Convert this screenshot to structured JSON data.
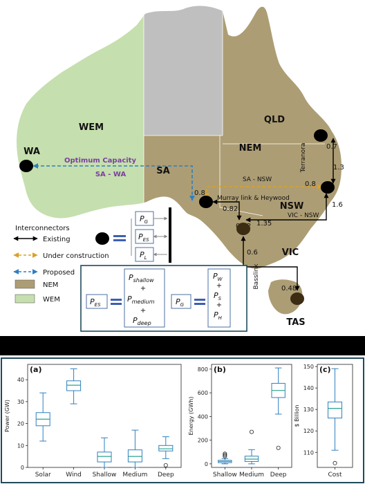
{
  "map": {
    "regions": {
      "wem": "WEM",
      "nem": "NEM",
      "wa": "WA",
      "sa": "SA",
      "qld": "QLD",
      "nsw": "NSW",
      "vic": "VIC",
      "tas": "TAS"
    },
    "links": {
      "optimum_title": "Optimum Capacity",
      "optimum_sub": "SA - WA",
      "sa_nsw": "SA - NSW",
      "murray": "Murray link & Heywood",
      "vic_nsw": "VIC - NSW",
      "terranora": "Terranora",
      "basslink": "Basslink"
    },
    "capacities": {
      "qld_a": "0.7",
      "qld_b": "1.3",
      "nsw_in": "0.8",
      "nsw_out": "1.6",
      "sa_top": "0.8",
      "sa_bot": "0.82",
      "vic_left": "0.72",
      "vic_right": "1.35",
      "vic_bot": "0.6",
      "tas": "0.48"
    },
    "colors": {
      "wem": "#c5dfae",
      "nem": "#ad9d74",
      "nt": "#bfbfbf",
      "existing": "#000000",
      "construction": "#d9a12a",
      "proposed": "#2e7fbe",
      "optimum_text": "#7a3fa0"
    }
  },
  "legend": {
    "title": "Interconnectors",
    "existing": "Existing",
    "construction": "Under construction",
    "proposed": "Proposed",
    "nem": "NEM",
    "wem": "WEM"
  },
  "node_box": {
    "pg": "P",
    "pg_sub": "G",
    "pes": "P",
    "pes_sub": "ES",
    "pl": "P",
    "pl_sub": "L"
  },
  "eq": {
    "pes": "P",
    "pes_sub": "ES",
    "shallow": "P",
    "shallow_sub": "shallow",
    "medium": "P",
    "medium_sub": "medium",
    "deep": "P",
    "deep_sub": "deep",
    "pg": "P",
    "pg_sub": "G",
    "w": "P",
    "w_sub": "W",
    "s": "P",
    "s_sub": "S",
    "h": "P",
    "h_sub": "H",
    "plus": "+"
  },
  "chart_data": [
    {
      "type": "box",
      "panel": "(a)",
      "ylabel": "Power (GW)",
      "ylim": [
        0,
        47
      ],
      "yticks": [
        0,
        10,
        20,
        30,
        40
      ],
      "categories": [
        "Solar",
        "Wind",
        "Shallow",
        "Medium",
        "Deep"
      ],
      "boxes": [
        {
          "min": 12,
          "q1": 19,
          "median": 22,
          "q3": 25,
          "max": 34,
          "outliers": []
        },
        {
          "min": 29,
          "q1": 35,
          "median": 37.5,
          "q3": 39.5,
          "max": 45,
          "outliers": []
        },
        {
          "min": 0,
          "q1": 2.5,
          "median": 5,
          "q3": 7,
          "max": 13.5,
          "outliers": []
        },
        {
          "min": 0,
          "q1": 2.5,
          "median": 5,
          "q3": 8,
          "max": 17,
          "outliers": []
        },
        {
          "min": 4,
          "q1": 7.5,
          "median": 8.5,
          "q3": 10,
          "max": 14,
          "outliers": [
            1
          ]
        }
      ]
    },
    {
      "type": "box",
      "panel": "(b)",
      "ylabel": "Energy (GWh)",
      "ylim": [
        -30,
        840
      ],
      "yticks": [
        0,
        200,
        400,
        600,
        800
      ],
      "categories": [
        "Shallow",
        "Medium",
        "Deep"
      ],
      "boxes": [
        {
          "min": 0,
          "q1": 10,
          "median": 20,
          "q3": 30,
          "max": 45,
          "outliers": [
            65,
            75,
            85
          ]
        },
        {
          "min": 0,
          "q1": 20,
          "median": 40,
          "q3": 65,
          "max": 120,
          "outliers": [
            270
          ]
        },
        {
          "min": 420,
          "q1": 560,
          "median": 620,
          "q3": 680,
          "max": 810,
          "outliers": [
            135
          ]
        }
      ]
    },
    {
      "type": "box",
      "panel": "(c)",
      "ylabel": "$ Billion",
      "ylim": [
        103,
        151
      ],
      "yticks": [
        110,
        120,
        130,
        140,
        150
      ],
      "categories": [
        "Cost"
      ],
      "boxes": [
        {
          "min": 111,
          "q1": 126,
          "median": 130.5,
          "q3": 133.5,
          "max": 149,
          "outliers": [
            105
          ]
        }
      ]
    }
  ]
}
